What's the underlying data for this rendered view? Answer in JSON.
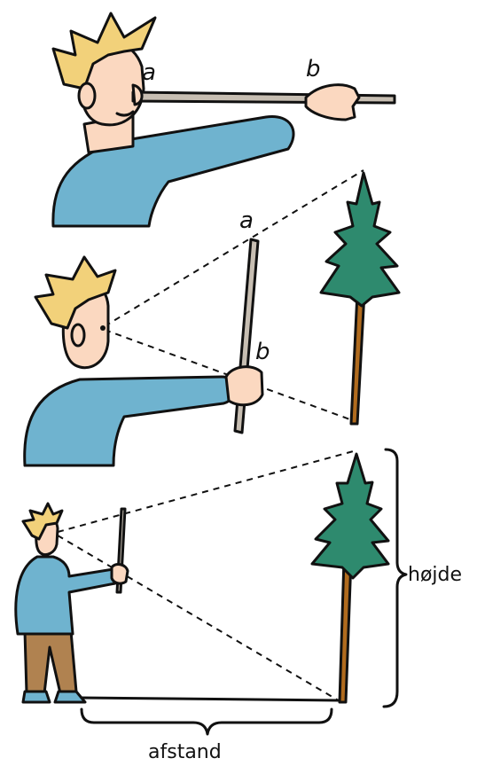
{
  "labels": {
    "point_a_top": "a",
    "point_b_top": "b",
    "point_a_mid": "a",
    "point_b_mid": "b",
    "height": "højde",
    "distance": "afstand"
  },
  "colors": {
    "shirt": "#6fb3cf",
    "hair": "#f2d17a",
    "skin": "#fbd8c0",
    "stick": "#c7beb2",
    "tree_crown": "#2e8a6e",
    "tree_trunk": "#b06b1e",
    "pants": "#b08250",
    "shoes": "#6fb3cf"
  }
}
